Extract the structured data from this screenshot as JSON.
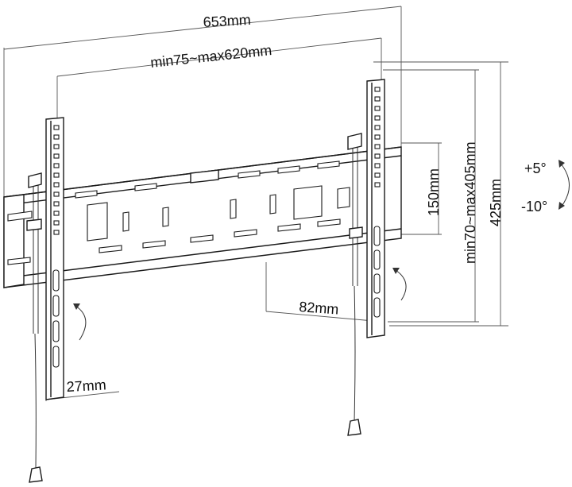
{
  "dimensions": {
    "overall_width": "653mm",
    "vesa_horizontal": "min75~max620mm",
    "wall_plate_height": "150mm",
    "vesa_vertical": "min70~max405mm",
    "overall_height": "425mm",
    "wall_distance": "82mm",
    "arm_depth": "27mm"
  },
  "tilt": {
    "up": "+5°",
    "down": "-10°"
  }
}
